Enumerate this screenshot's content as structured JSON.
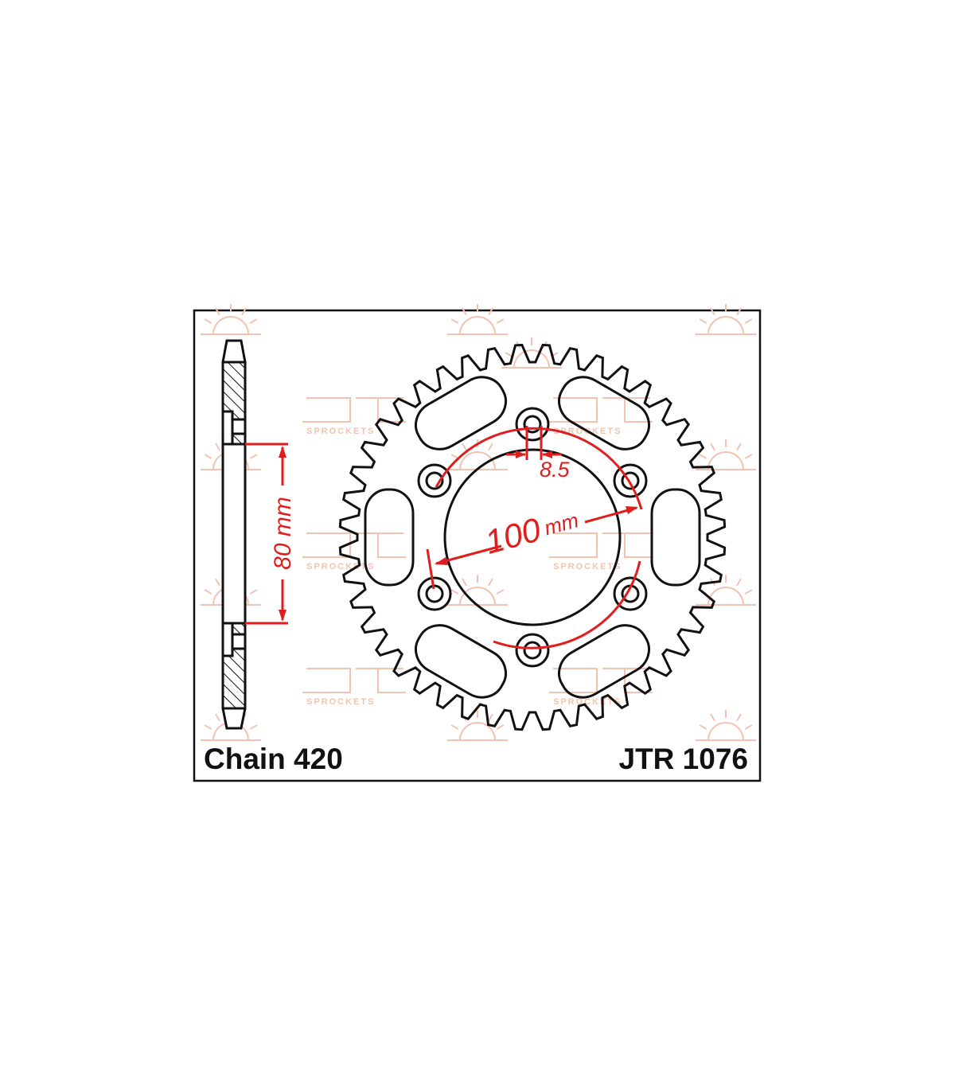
{
  "diagram": {
    "chain_label": "Chain 420",
    "part_number": "JTR 1076",
    "dim_height": "80 mm",
    "dim_hole": "8.5",
    "dim_pcd_value": "100",
    "dim_pcd_unit": "mm",
    "watermark_text": "SPROCKETS",
    "colors": {
      "line": "#111111",
      "dimension": "#e01e1e",
      "watermark": "#f2c3b0"
    }
  }
}
